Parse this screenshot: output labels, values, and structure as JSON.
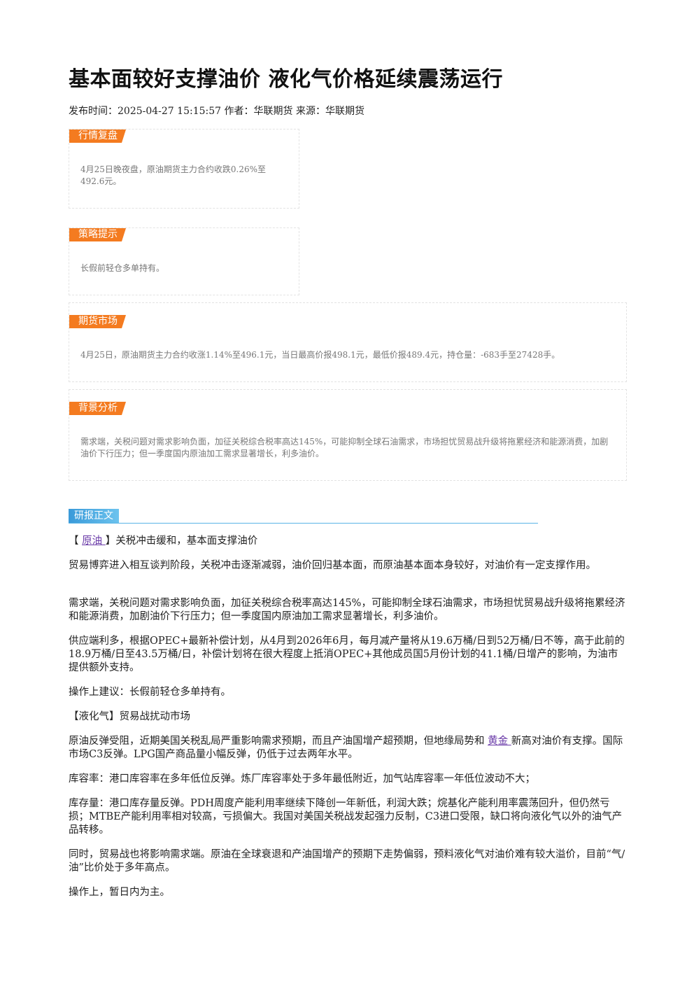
{
  "title": "基本面较好支撑油价 液化气价格延续震荡运行",
  "meta": {
    "publish_label": "发布时间：",
    "publish_time": "2025-04-27 15:15:57",
    "author_label": " 作者：",
    "author": "华联期货",
    "source_label": " 来源：",
    "source": "华联期货"
  },
  "sections": [
    {
      "tag": "行情复盘",
      "text": "4月25日晚夜盘，原油期货主力合约收跌0.26%至492.6元。"
    },
    {
      "tag": "策略提示",
      "text": "长假前轻仓多单持有。"
    },
    {
      "tag": "期货市场",
      "text": "4月25日，原油期货主力合约收涨1.14%至496.1元，当日最高价报498.1元，最低价报489.4元，持仓量：-683手至27428手。"
    },
    {
      "tag": "背景分析",
      "text": "需求端，关税问题对需求影响负面，加征关税综合税率高达145%，可能抑制全球石油需求，市场担忧贸易战升级将拖累经济和能源消费，加剧油价下行压力；但一季度国内原油加工需求显著增长，利多油价。"
    }
  ],
  "report": {
    "tag": "研报正文",
    "p1_open": "【 ",
    "p1_link": "原油 ",
    "p1_rest": "】关税冲击缓和，基本面支撑油价",
    "p2": "贸易博弈进入相互谈判阶段，关税冲击逐渐减弱，油价回归基本面，而原油基本面本身较好，对油价有一定支撑作用。",
    "p3": "需求端，关税问题对需求影响负面，加征关税综合税率高达145%，可能抑制全球石油需求，市场担忧贸易战升级将拖累经济和能源消费，加剧油价下行压力；但一季度国内原油加工需求显著增长，利多油价。",
    "p4": "供应端利多，根据OPEC+最新补偿计划，从4月到2026年6月，每月减产量将从19.6万桶/日到52万桶/日不等，高于此前的18.9万桶/日至43.5万桶/日，补偿计划将在很大程度上抵消OPEC+其他成员国5月份计划的41.1桶/日增产的影响，为油市提供额外支持。",
    "p5": "操作上建议：长假前轻仓多单持有。",
    "p6": "【液化气】贸易战扰动市场",
    "p7_a": "原油反弹受阻，近期美国关税乱局严重影响需求预期，而且产油国增产超预期，但地缘局势和 ",
    "p7_link": "黄金 ",
    "p7_b": "新高对油价有支撑。国际市场C3反弹。LPG国产商品量小幅反弹，仍低于过去两年水平。",
    "p8": "库容率：港口库容率在多年低位反弹。炼厂库容率处于多年最低附近，加气站库容率一年低位波动不大；",
    "p9": "库存量：港口库存量反弹。PDH周度产能利用率继续下降创一年新低，利润大跌；烷基化产能利用率震荡回升，但仍然亏损；MTBE产能利用率相对较高，亏损偏大。我国对美国关税战发起强力反制，C3进口受限，缺口将向液化气以外的油气产品转移。",
    "p10": "同时，贸易战也将影响需求端。原油在全球衰退和产油国增产的预期下走势偏弱，预料液化气对油价难有较大溢价，目前“气/油”比价处于多年高点。",
    "p11": "操作上，暂日内为主。"
  }
}
